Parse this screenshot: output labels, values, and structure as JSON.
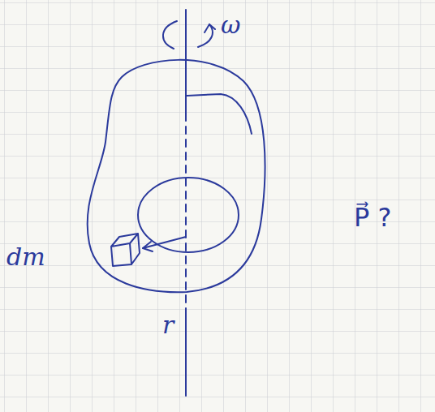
{
  "diagram": {
    "labels": [
      "ω",
      "dm",
      "r",
      "P⃗ ?"
    ]
  }
}
